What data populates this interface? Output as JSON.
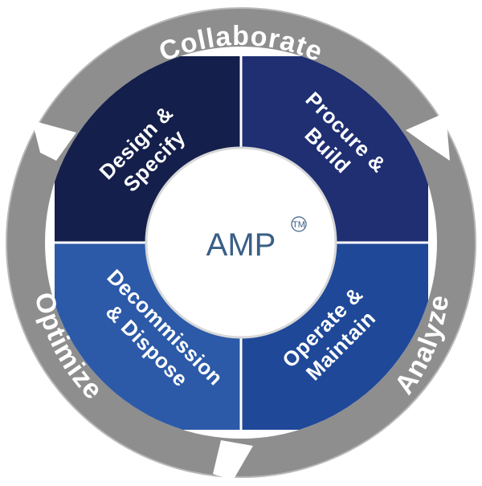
{
  "diagram": {
    "center": {
      "title": "AMP",
      "trademark": "TM"
    },
    "ring_labels": {
      "top": "Collaborate",
      "right": "Analyze",
      "left": "Optimize"
    },
    "quadrants": {
      "top_left": {
        "lines": [
          "Design &",
          "Specify"
        ]
      },
      "top_right": {
        "lines": [
          "Procure &",
          "Build"
        ]
      },
      "bottom_left": {
        "lines": [
          "Decommission",
          "& Dispose"
        ]
      },
      "bottom_right": {
        "lines": [
          "Operate &",
          "Maintain"
        ]
      }
    },
    "colors": {
      "ring": "#8e8e8e",
      "ring_outline": "#b8b8b8",
      "quad_top_left": "#141f4b",
      "quad_top_right": "#1f2f72",
      "quad_bottom_left": "#2c5aa8",
      "quad_bottom_right": "#1f4898",
      "center_fill": "#ffffff",
      "center_text": "#3a5f86"
    }
  }
}
